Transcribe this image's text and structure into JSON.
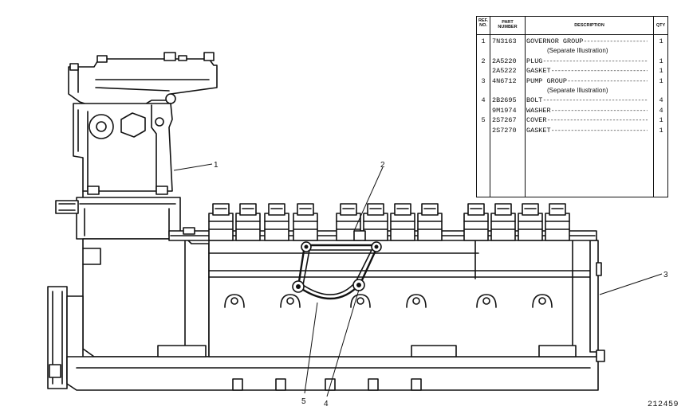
{
  "parts_list": {
    "headers": {
      "ref_line1": "REF.",
      "ref_line2": "NO.",
      "part_line1": "PART",
      "part_line2": "NUMBER",
      "description": "DESCRIPTION",
      "qty": "QTY"
    },
    "rows": [
      {
        "ref": "1",
        "part": "7N3163",
        "description": "GOVERNOR GROUP",
        "qty": "1"
      },
      {
        "ref": "",
        "part": "",
        "description": "",
        "qty": "",
        "note": "(Separate Illustration)"
      },
      {
        "ref": "2",
        "part": "2A5220",
        "description": "PLUG",
        "qty": "1"
      },
      {
        "ref": "",
        "part": "2A5222",
        "description": "GASKET",
        "qty": "1"
      },
      {
        "ref": "3",
        "part": "4N6712",
        "description": "PUMP GROUP",
        "qty": "1"
      },
      {
        "ref": "",
        "part": "",
        "description": "",
        "qty": "",
        "note": "(Separate Illustration)"
      },
      {
        "ref": "4",
        "part": "2B2695",
        "description": "BOLT",
        "qty": "4"
      },
      {
        "ref": "",
        "part": "9M1974",
        "description": "WASHER",
        "qty": "4"
      },
      {
        "ref": "5",
        "part": "2S7267",
        "description": "COVER",
        "qty": "1"
      },
      {
        "ref": "",
        "part": "2S7270",
        "description": "GASKET",
        "qty": "1"
      }
    ]
  },
  "callouts": {
    "c1": "1",
    "c2": "2",
    "c3": "3",
    "c4": "4",
    "c5": "5"
  },
  "figure_number": "212459"
}
